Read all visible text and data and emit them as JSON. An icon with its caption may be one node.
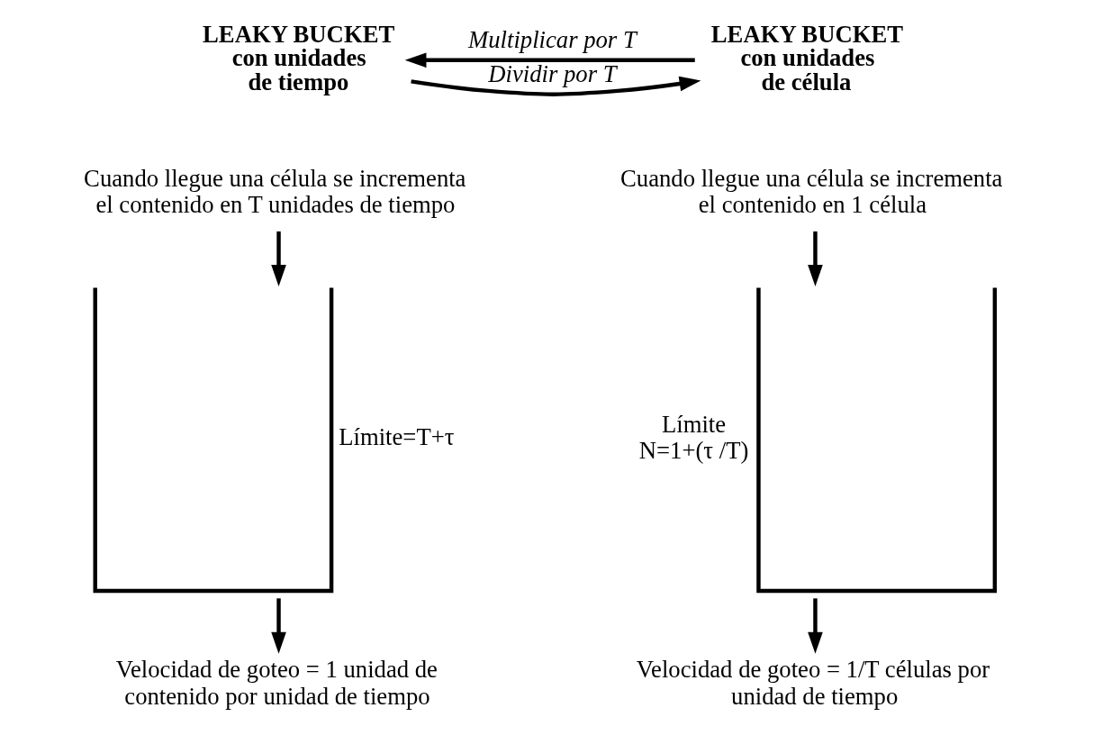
{
  "diagram": {
    "nodes": [
      {
        "text": [
          "LEAKY BUCKET con unidades de tiempo"
        ]
      },
      {
        "text": [
          "LEAKY BUCKET con unidades de célula"
        ]
      },
      {
        "text": [
          "Cuando llegue una célula se incrementa el contenido en T unidades de tiempo"
        ]
      },
      {
        "text": [
          "Límite=T+τ"
        ]
      },
      {
        "text": [
          "Velocidad de goteo = 1 unidad de contenido por unidad de tiempo"
        ]
      },
      {
        "text": [
          "Cuando llegue una célula se incrementa el contenido en 1 célula"
        ]
      },
      {
        "text": [
          "Límite N=1+(τ /T)"
        ]
      },
      {
        "text": [
          "Velocidad de goteo = 1/T células por unidad de tiempo"
        ]
      }
    ],
    "edges": [
      {
        "from": 0,
        "to": 1,
        "arrow": "to",
        "label": "Dividir por T"
      },
      {
        "from": 1,
        "to": 0,
        "arrow": "to",
        "label": "Multiplicar por T"
      },
      {
        "from": 2,
        "to": 3,
        "arrow": "to"
      },
      {
        "from": 3,
        "to": 4,
        "arrow": "to"
      },
      {
        "from": 5,
        "to": 6,
        "arrow": "to"
      },
      {
        "from": 6,
        "to": 7,
        "arrow": "to"
      }
    ]
  }
}
